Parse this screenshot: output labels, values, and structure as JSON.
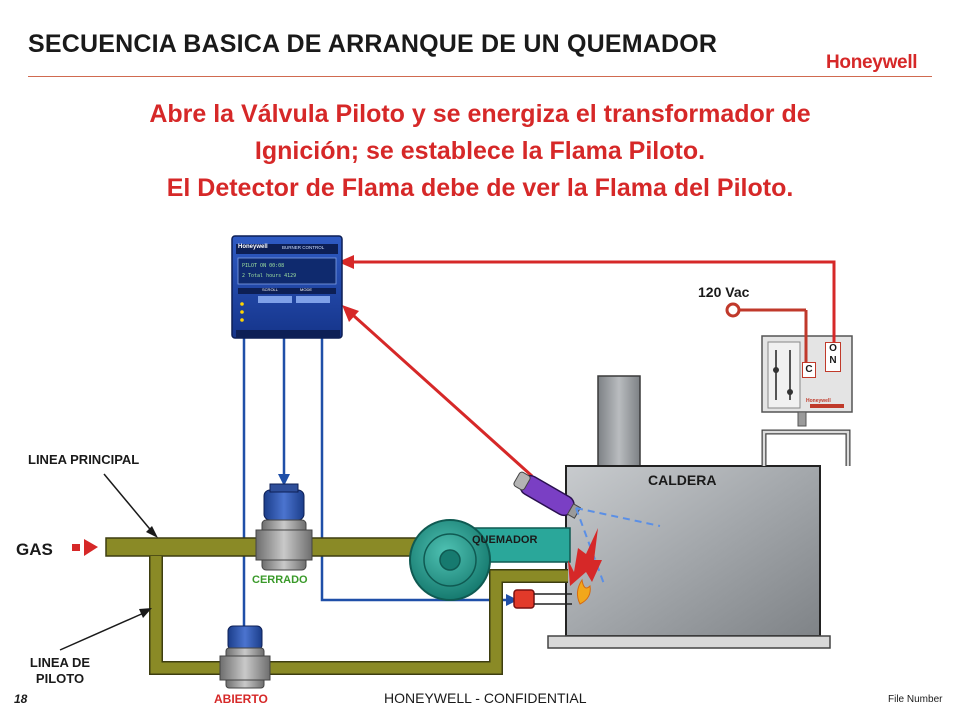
{
  "slide": {
    "title": "SECUENCIA BASICA DE ARRANQUE DE UN QUEMADOR",
    "brand": "Honeywell",
    "headline": [
      "Abre la Válvula Piloto y se energiza el transformador de",
      "Ignición; se establece la Flama Piloto.",
      "El Detector de Flama debe de ver la Flama del Piloto."
    ]
  },
  "diagram": {
    "gas_label": "GAS",
    "main_line_label": "LINEA PRINCIPAL",
    "pilot_line_label": [
      "LINEA DE",
      "PILOTO"
    ],
    "main_valve_state": "CERRADO",
    "pilot_valve_state": "ABIERTO",
    "burner_label": "QUEMADOR",
    "boiler_label": "CALDERA",
    "voltage_label": "120 Vac",
    "switch_on_label": [
      "O",
      "N"
    ],
    "switch_c_label": "C",
    "controller": {
      "brand": "Honeywell",
      "model_label": "BURNER CONTROL",
      "display_line1": "PILOT  ON  00:08",
      "display_line2": "2 Total hours  4129",
      "key_left": "SCROLL",
      "key_right": "MODE",
      "switch_brand": "Honeywell"
    }
  },
  "colors": {
    "accent_red": "#d62828",
    "pipe_olive": "#8a8a26",
    "wire_blue": "#1f4fa8",
    "boiler_gray": "#9ea2a6",
    "burner_teal": "#2aa79a",
    "labels_green": "#3a9a2a"
  },
  "footer": {
    "page_number": "18",
    "confidential": "HONEYWELL - CONFIDENTIAL",
    "file_number": "File Number"
  }
}
